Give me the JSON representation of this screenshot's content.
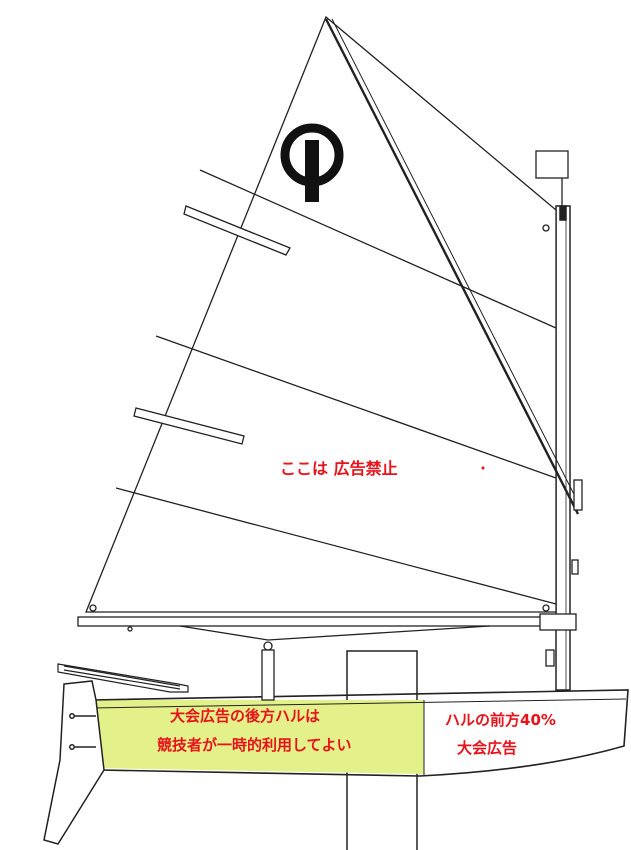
{
  "labels": {
    "sail_no_ads": "ここは 広告禁止",
    "aft_hull_line1": "大会広告の後方ハルは",
    "aft_hull_line2": "競技者が一時的利用してよい",
    "fore_hull_line1": "ハルの前方40%",
    "fore_hull_line2": "大会広告"
  },
  "colors": {
    "annotation_text": "#e8121b",
    "aft_hull_highlight": "#e4f08a",
    "line_art": "#222222"
  },
  "icons": {
    "sail_insignia": "optimist-class-logo"
  }
}
